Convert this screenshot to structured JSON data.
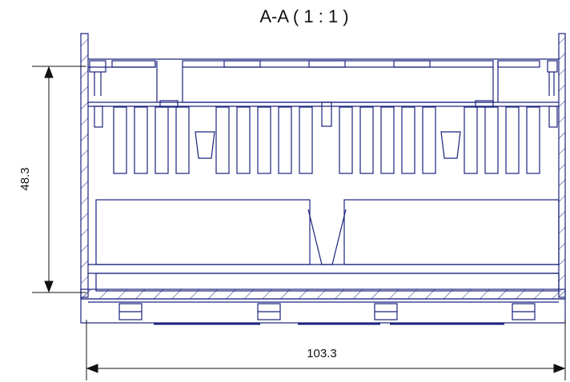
{
  "section_label": "A-A ( 1 : 1 )",
  "dimensions": {
    "height": "48.3",
    "width": "103.3"
  },
  "colors": {
    "outline": "#1a237e",
    "dimension": "#111111",
    "hatch": "#1a237e",
    "background": "#ffffff"
  }
}
